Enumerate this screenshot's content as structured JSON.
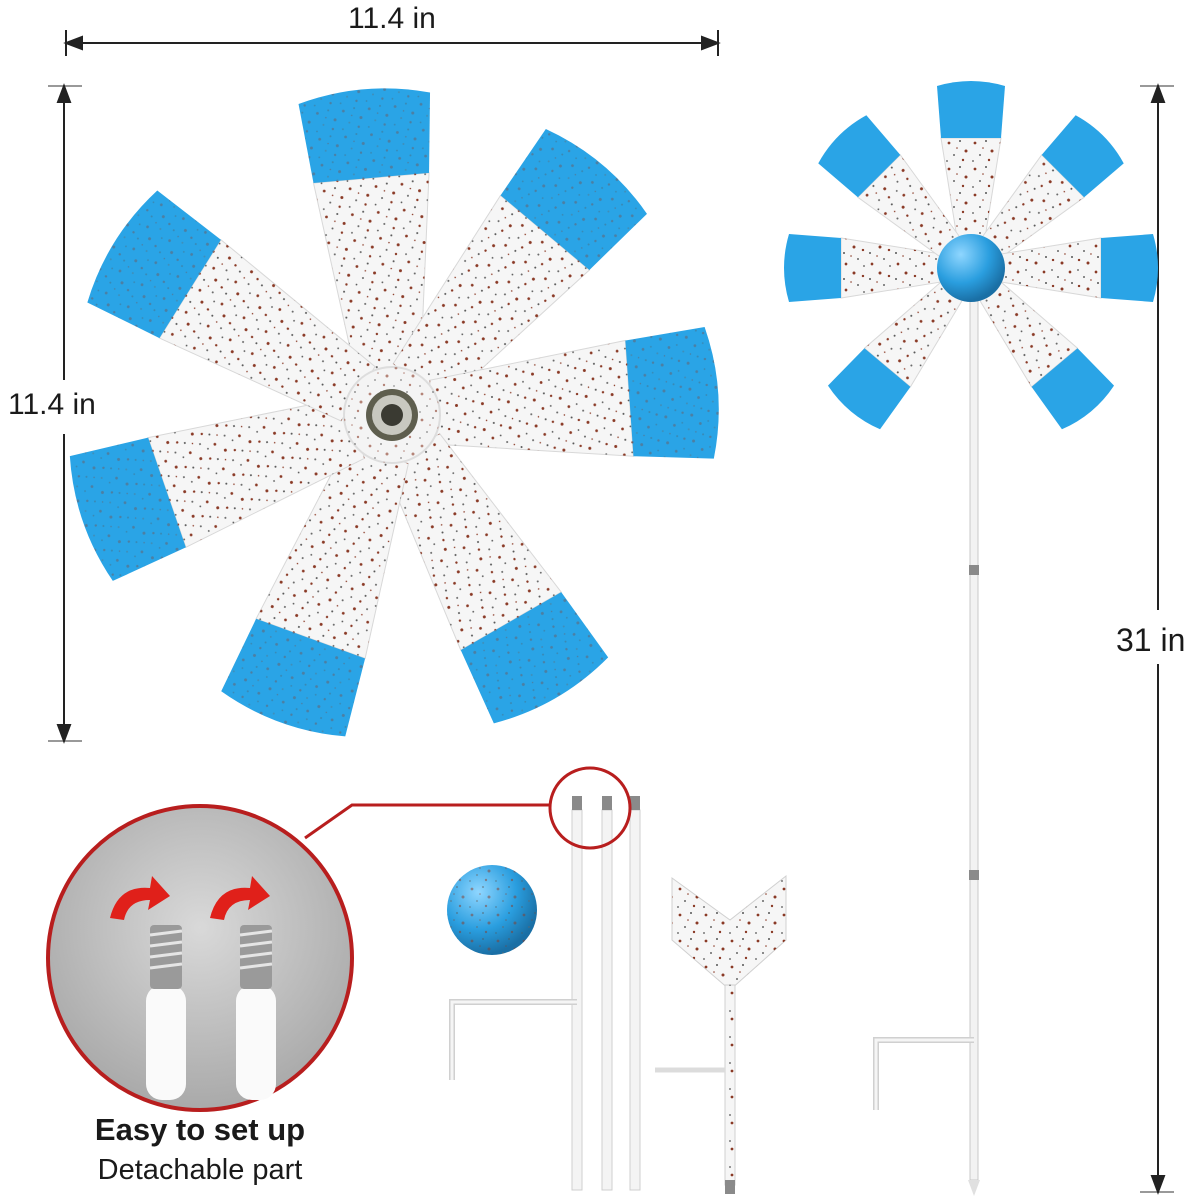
{
  "dimensions": {
    "width": "11.4 in",
    "height": "11.4 in",
    "total_height": "31 in"
  },
  "feature": {
    "title": "Easy to set up",
    "subtitle": "Detachable part"
  },
  "colors": {
    "blade_blue": "#2aa4e6",
    "blade_white": "#f6f6f6",
    "speckle": "#8a3a26",
    "callout_red": "#b81e1e",
    "arrow_red": "#e0201a",
    "line": "#222222"
  }
}
